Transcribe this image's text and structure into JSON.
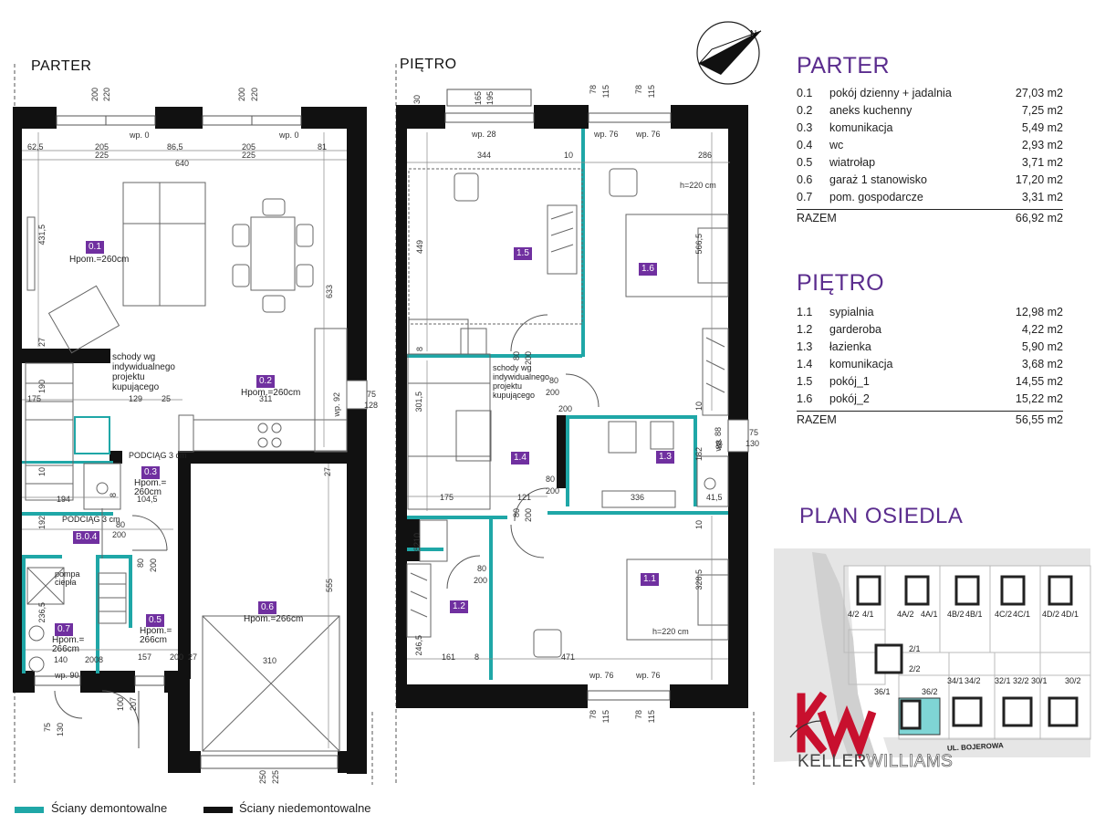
{
  "parter": {
    "title": "PARTER",
    "rooms": [
      {
        "no": "0.1",
        "name": "pokój dzienny + jadalnia",
        "area": "27,03 m2"
      },
      {
        "no": "0.2",
        "name": "aneks kuchenny",
        "area": "7,25 m2"
      },
      {
        "no": "0.3",
        "name": "komunikacja",
        "area": "5,49 m2"
      },
      {
        "no": "0.4",
        "name": "wc",
        "area": "2,93 m2"
      },
      {
        "no": "0.5",
        "name": "wiatrołap",
        "area": "3,71 m2"
      },
      {
        "no": "0.6",
        "name": "garaż 1 stanowisko",
        "area": "17,20 m2"
      },
      {
        "no": "0.7",
        "name": "pom. gospodarcze",
        "area": "3,31 m2"
      }
    ],
    "total_label": "RAZEM",
    "total_area": "66,92 m2"
  },
  "pietro": {
    "title": "PIĘTRO",
    "rooms": [
      {
        "no": "1.1",
        "name": "sypialnia",
        "area": "12,98 m2"
      },
      {
        "no": "1.2",
        "name": "garderoba",
        "area": "4,22 m2"
      },
      {
        "no": "1.3",
        "name": "łazienka",
        "area": "5,90 m2"
      },
      {
        "no": "1.4",
        "name": "komunikacja",
        "area": "3,68 m2"
      },
      {
        "no": "1.5",
        "name": "pokój_1",
        "area": "14,55 m2"
      },
      {
        "no": "1.6",
        "name": "pokój_2",
        "area": "15,22 m2"
      }
    ],
    "total_label": "RAZEM",
    "total_area": "56,55 m2"
  },
  "site_plan": {
    "title": "PLAN OSIEDLA",
    "street": "UL. BOJEROWA",
    "plots_top": [
      "4/2",
      "4/1",
      "4A/2",
      "4A/1",
      "4B/2",
      "4B/1",
      "4C/2",
      "4C/1",
      "4D/2",
      "4D/1"
    ],
    "plots_mid": [
      "2/1",
      "2/2"
    ],
    "plots_bottom": [
      "36/1",
      "36/2",
      "34/1",
      "34/2",
      "32/1",
      "32/2",
      "30/1",
      "30/2"
    ]
  },
  "brand": {
    "logo_text": "kw",
    "name_a": "KELLER",
    "name_b": "WILLIAMS"
  },
  "legend": {
    "demountable": "Ściany demontowalne",
    "non_demountable": "Ściany niedemontowalne"
  },
  "colors": {
    "wall": "#111111",
    "demountable_wall": "#1fa7a7",
    "accent": "#5b2d8e",
    "badge": "#7030a0",
    "logo_red": "#c8102e"
  },
  "plan_labels": {
    "ground_title": "PARTER",
    "upper_title": "PIĘTRO",
    "badges_ground": [
      "0.1",
      "0.2",
      "0.3",
      "B.0.4",
      "0.5",
      "0.6",
      "0.7"
    ],
    "badges_upper": [
      "1.1",
      "1.2",
      "1.3",
      "1.4",
      "1.5",
      "1.6"
    ],
    "hpom_01": "Hpom.=260cm",
    "hpom_02": "Hpom.=260cm",
    "hpom_03": "Hpom.=\n260cm",
    "hpom_05": "Hpom.=\n266cm",
    "hpom_06": "Hpom.=266cm",
    "hpom_07": "Hpom.=\n266cm",
    "stairs_note": "schody wg\nindywidualnego\nprojektu\nkupującego",
    "stairs_note_upper": "schody wg\nindywidualnego\nprojektu\nkupującego",
    "step_1": "PODCIĄG 3 cm",
    "step_2": "PODCIĄG 3 cm",
    "pump": "pompa\nciepła",
    "h220_a": "h=220 cm",
    "h220_b": "h=220 cm",
    "wp0_a": "wp. 0",
    "wp0_b": "wp. 0",
    "wp28": "wp. 28",
    "wp76_a": "wp. 76",
    "wp76_b": "wp. 76",
    "wp76_c": "wp. 76",
    "wp76_d": "wp. 76",
    "wp90": "wp. 90",
    "wp92": "wp. 92",
    "wp88": "wp. 88",
    "dims_ground": [
      "200",
      "220",
      "200",
      "220",
      "62,5",
      "205",
      "86,5",
      "205",
      "81",
      "225",
      "225",
      "640",
      "431,5",
      "633",
      "27",
      "175",
      "190",
      "129",
      "25",
      "311",
      "75",
      "128",
      "10",
      "194",
      "8",
      "104,5",
      "27",
      "192",
      "80",
      "200",
      "80",
      "200",
      "236,5",
      "140",
      "2008",
      "157",
      "200",
      "27",
      "555",
      "310",
      "100",
      "207",
      "75",
      "130",
      "250",
      "225"
    ],
    "dims_upper": [
      "30",
      "165",
      "195",
      "78",
      "115",
      "78",
      "115",
      "344",
      "10",
      "286",
      "449",
      "566,5",
      "8",
      "80",
      "200",
      "80",
      "200",
      "301,5",
      "10",
      "88",
      "75",
      "130",
      "182",
      "175",
      "121",
      "80",
      "200",
      "336",
      "41,5",
      "80",
      "200",
      "10",
      "8210",
      "80",
      "200",
      "328,5",
      "246,5",
      "161",
      "8",
      "471",
      "78",
      "115",
      "78",
      "115",
      "200"
    ]
  }
}
